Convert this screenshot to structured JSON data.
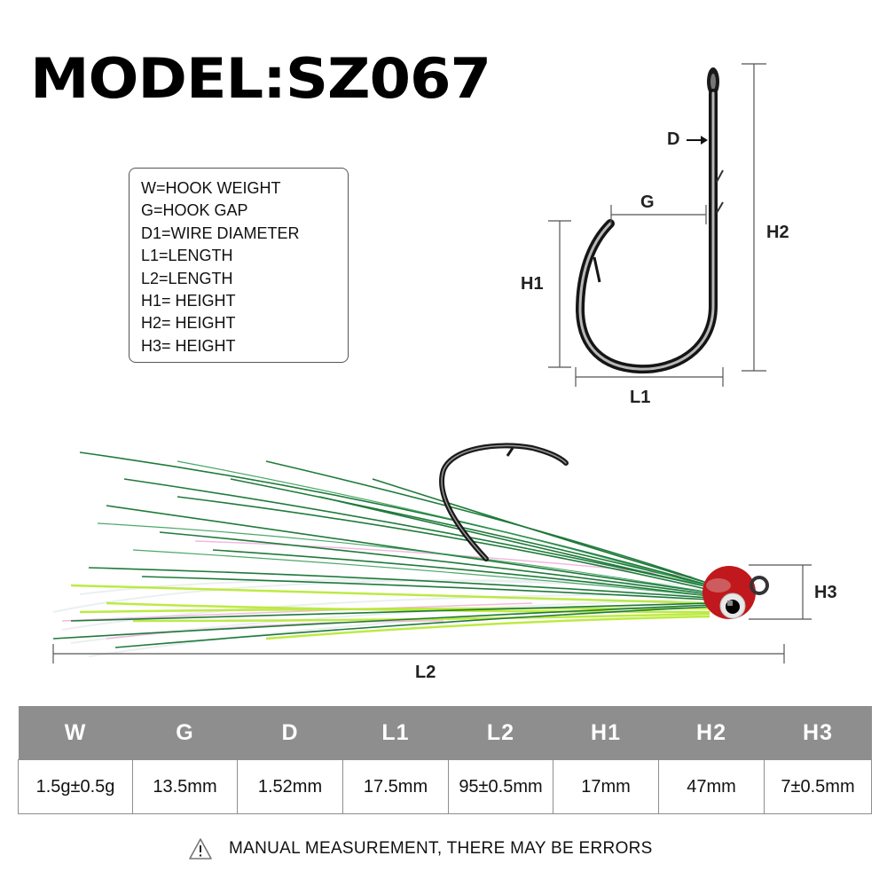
{
  "header": {
    "title": "MODEL:SZ067"
  },
  "legend": {
    "items": [
      "W=HOOK WEIGHT",
      "G=HOOK GAP",
      "D1=WIRE DIAMETER",
      "L1=LENGTH",
      "L2=LENGTH",
      "H1= HEIGHT",
      "H2= HEIGHT",
      "H3= HEIGHT"
    ]
  },
  "hook_diagram": {
    "labels": {
      "d": "D",
      "g": "G",
      "h1": "H1",
      "h2": "H2",
      "l1": "L1"
    }
  },
  "lure_diagram": {
    "labels": {
      "l2": "L2",
      "h3": "H3"
    },
    "colors": {
      "body_green": "#1f7a3a",
      "belly_chartreuse": "#b6e830",
      "head_red": "#c0181c",
      "flash_pink": "#f0a8d8"
    }
  },
  "spec_table": {
    "headers": [
      "W",
      "G",
      "D",
      "L1",
      "L2",
      "H1",
      "H2",
      "H3"
    ],
    "values": [
      "1.5g±0.5g",
      "13.5mm",
      "1.52mm",
      "17.5mm",
      "95±0.5mm",
      "17mm",
      "47mm",
      "7±0.5mm"
    ],
    "header_bg": "#8e8e8e"
  },
  "notice": {
    "icon": "warning-triangle-icon",
    "text": "MANUAL MEASUREMENT, THERE MAY BE ERRORS"
  }
}
